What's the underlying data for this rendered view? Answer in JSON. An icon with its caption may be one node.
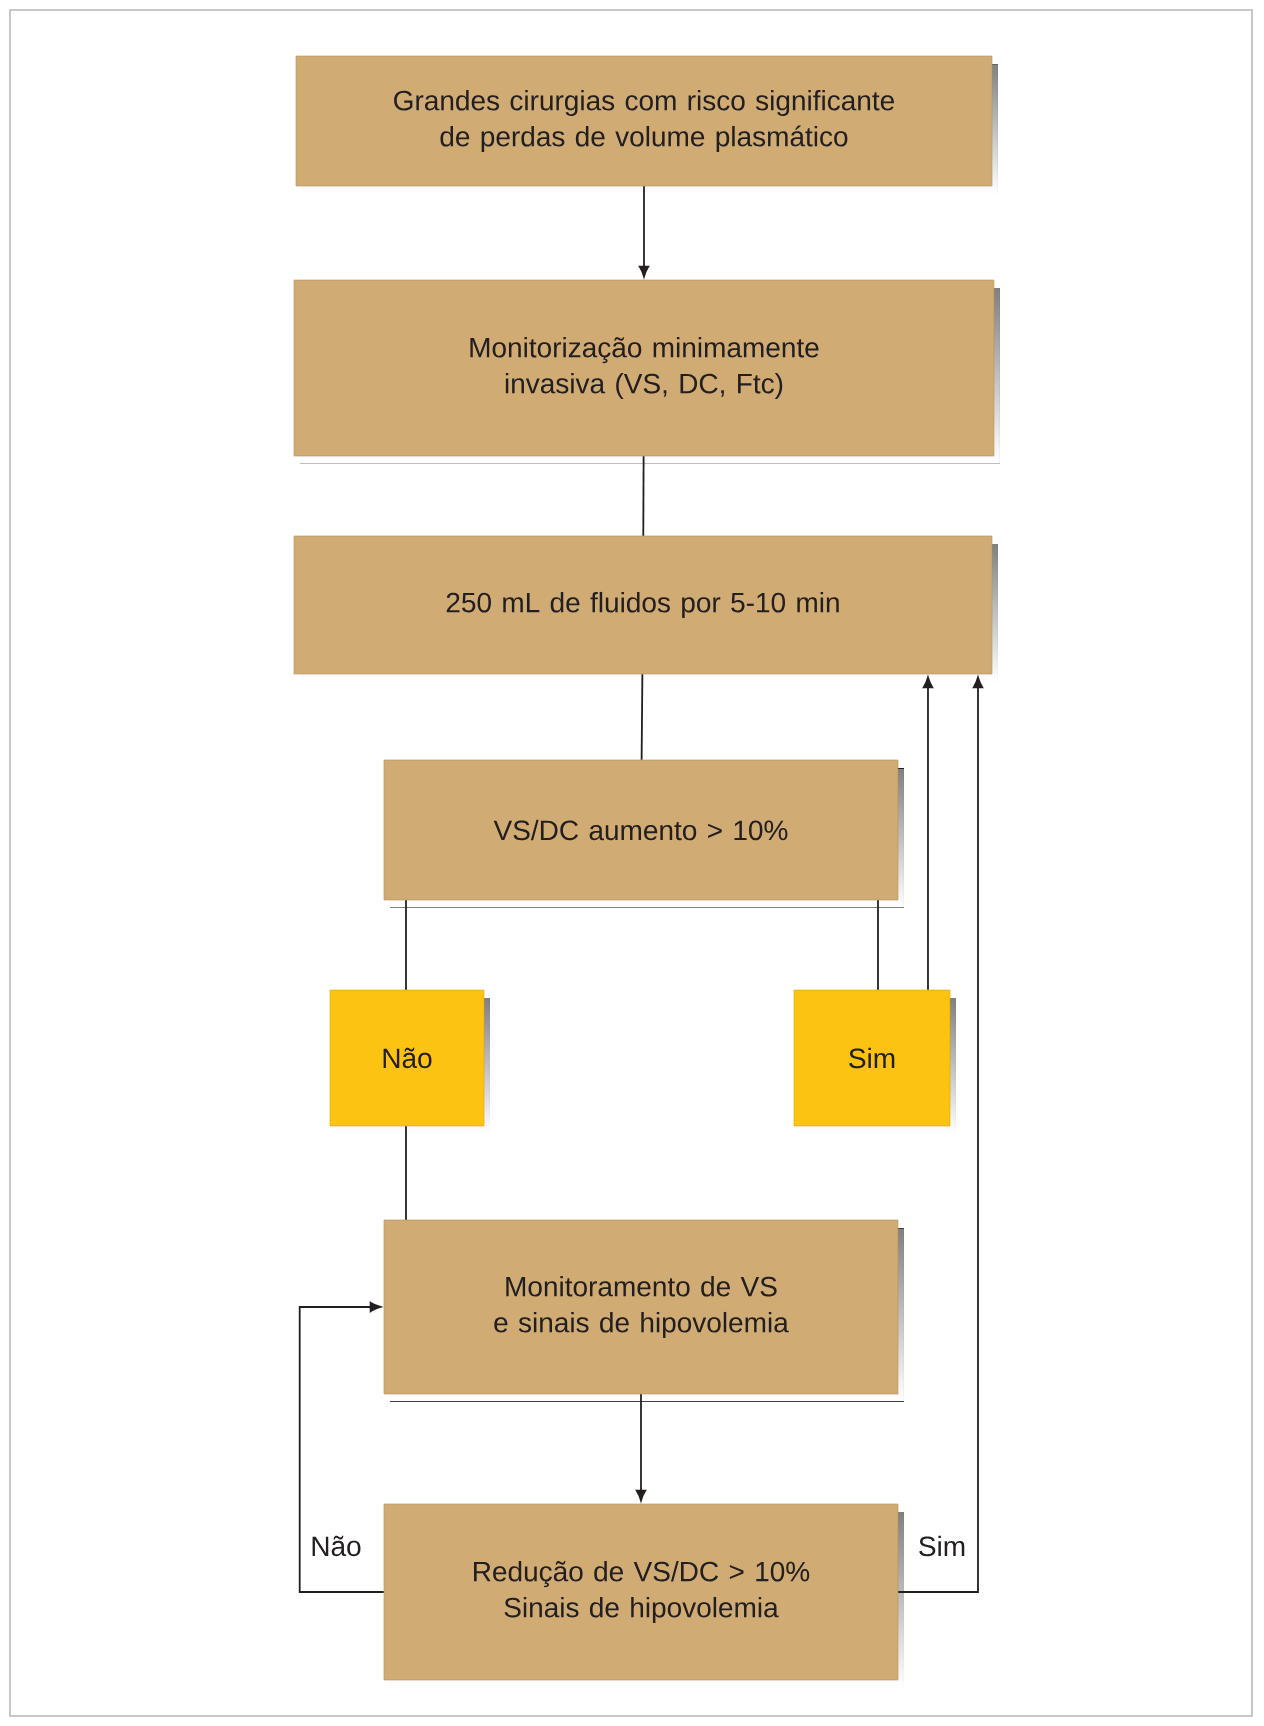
{
  "diagram": {
    "nodes": [
      {
        "text": [
          "Grandes cirurgias com risco significante de perdas de volume plasmático"
        ]
      },
      {
        "text": [
          "Monitorização minimamente invasiva (VS, DC, Ftc)"
        ]
      },
      {
        "text": [
          "250 mL de fluidos por 5-10 min"
        ]
      },
      {
        "text": [
          "VS/DC aumento > 10%"
        ]
      },
      {
        "text": [
          "Não"
        ]
      },
      {
        "text": [
          "Sim"
        ]
      },
      {
        "text": [
          "Monitoramento de VS e sinais de hipovolemia"
        ]
      },
      {
        "text": [
          "Redução de VS/DC > 10% Sinais de hipovolemia"
        ]
      }
    ],
    "edges": [
      {
        "from": 0,
        "to": 1,
        "arrow": "to"
      },
      {
        "from": 1,
        "to": 2,
        "arrow": "none"
      },
      {
        "from": 2,
        "to": 3,
        "arrow": "none"
      },
      {
        "from": 3,
        "to": 4,
        "arrow": "none"
      },
      {
        "from": 3,
        "to": 5,
        "arrow": "none"
      },
      {
        "from": 4,
        "to": 6,
        "arrow": "none"
      },
      {
        "from": 5,
        "to": 2,
        "arrow": "to"
      },
      {
        "from": 6,
        "to": 7,
        "arrow": "to"
      },
      {
        "from": 7,
        "to": 6,
        "arrow": "to",
        "label": "Não"
      },
      {
        "from": 7,
        "to": 2,
        "arrow": "to",
        "label": "Sim"
      }
    ]
  }
}
